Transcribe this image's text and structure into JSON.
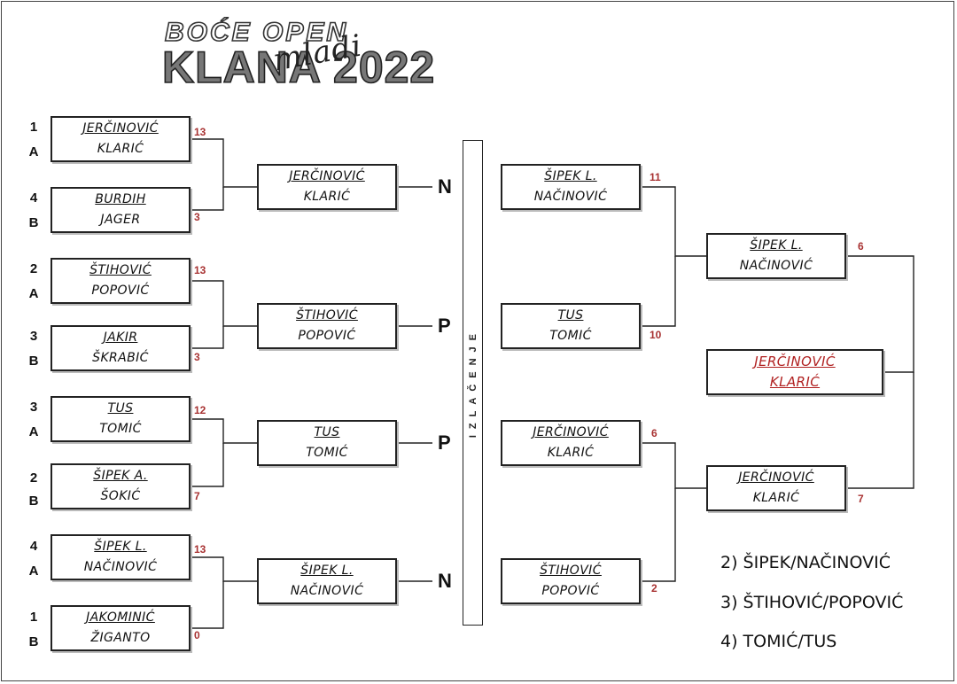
{
  "header": {
    "line1": "BOĆE OPEN",
    "line2": "KLANA 2022",
    "overlay": "mladi"
  },
  "center_label": "IZLAČENJE",
  "round1": [
    {
      "seed": "1",
      "group": "A",
      "p1": "JERČINOVIĆ",
      "p2": "KLARIĆ",
      "score": "13"
    },
    {
      "seed": "4",
      "group": "B",
      "p1": "BURDIH",
      "p2": "JAGER",
      "score": "3"
    },
    {
      "seed": "2",
      "group": "A",
      "p1": "ŠTIHOVIĆ",
      "p2": "POPOVIĆ",
      "score": "13"
    },
    {
      "seed": "3",
      "group": "B",
      "p1": "JAKIR",
      "p2": "ŠKRABIĆ",
      "score": "3"
    },
    {
      "seed": "3",
      "group": "A",
      "p1": "TUS",
      "p2": "TOMIĆ",
      "score": "12"
    },
    {
      "seed": "2",
      "group": "B",
      "p1": "ŠIPEK A.",
      "p2": "ŠOKIĆ",
      "score": "7"
    },
    {
      "seed": "4",
      "group": "A",
      "p1": "ŠIPEK L.",
      "p2": "NAČINOVIĆ",
      "score": "13"
    },
    {
      "seed": "1",
      "group": "B",
      "p1": "JAKOMINIĆ",
      "p2": "ŽIGANTO",
      "score": "0"
    }
  ],
  "round2": [
    {
      "p1": "JERČINOVIĆ",
      "p2": "KLARIĆ",
      "label": "N"
    },
    {
      "p1": "ŠTIHOVIĆ",
      "p2": "POPOVIĆ",
      "label": "P"
    },
    {
      "p1": "TUS",
      "p2": "TOMIĆ",
      "label": "P"
    },
    {
      "p1": "ŠIPEK L.",
      "p2": "NAČINOVIĆ",
      "label": "N"
    }
  ],
  "semis": [
    {
      "p1": "ŠIPEK L.",
      "p2": "NAČINOVIĆ",
      "score": "11"
    },
    {
      "p1": "TUS",
      "p2": "TOMIĆ",
      "score": "10"
    },
    {
      "p1": "JERČINOVIĆ",
      "p2": "KLARIĆ",
      "score": "6"
    },
    {
      "p1": "ŠTIHOVIĆ",
      "p2": "POPOVIĆ",
      "score": "2"
    }
  ],
  "finals": [
    {
      "p1": "ŠIPEK L.",
      "p2": "NAČINOVIĆ",
      "score": "6"
    },
    {
      "p1": "JERČINOVIĆ",
      "p2": "KLARIĆ",
      "score": "7"
    }
  ],
  "champion": {
    "p1": "JERČINOVIĆ",
    "p2": "KLARIĆ"
  },
  "rankings": [
    "2) ŠIPEK/NAČINOVIĆ",
    "3) ŠTIHOVIĆ/POPOVIĆ",
    "4) TOMIĆ/TUS"
  ],
  "colors": {
    "score": "#a83232",
    "champion": "#b02020",
    "line": "#222222"
  }
}
